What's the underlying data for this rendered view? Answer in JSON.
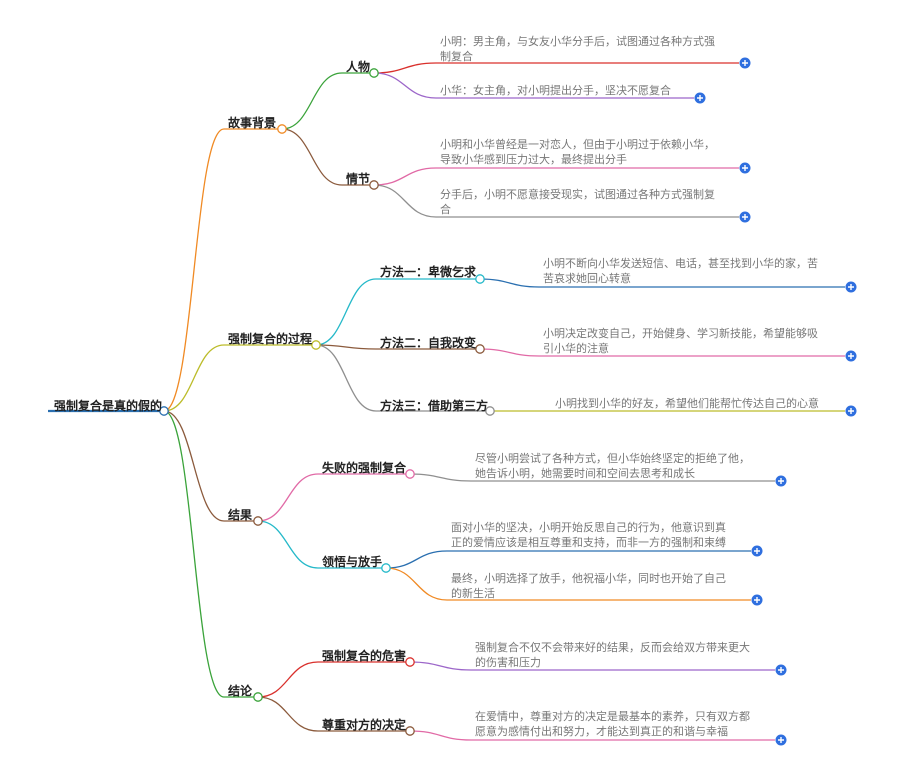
{
  "root": {
    "label": "强制复合是真的假的"
  },
  "branches": [
    {
      "label": "故事背景",
      "color": "#f08a24",
      "children": [
        {
          "label": "人物",
          "color": "#3aa33a",
          "leaves": [
            {
              "lines": [
                "小明：男主角，与女友小华分手后，试图通过各种方式强",
                "制复合"
              ],
              "color": "#d9302c"
            },
            {
              "lines": [
                "小华：女主角，对小明提出分手，坚决不愿复合"
              ],
              "color": "#9c66c9"
            }
          ]
        },
        {
          "label": "情节",
          "color": "#8b5a3c",
          "leaves": [
            {
              "lines": [
                "小明和小华曾经是一对恋人，但由于小明过于依赖小华，",
                "导致小华感到压力过大，最终提出分手"
              ],
              "color": "#e16aa6"
            },
            {
              "lines": [
                "分手后，小明不愿意接受现实，试图通过各种方式强制复",
                "合"
              ],
              "color": "#8f8f8f"
            }
          ]
        }
      ]
    },
    {
      "label": "强制复合的过程",
      "color": "#bcbc2a",
      "children": [
        {
          "label": "方法一：卑微乞求",
          "color": "#25b9c9",
          "leaves": [
            {
              "lines": [
                "小明不断向小华发送短信、电话，甚至找到小华的家，苦",
                "苦哀求她回心转意"
              ],
              "color": "#2a6fb0"
            }
          ]
        },
        {
          "label": "方法二：自我改变",
          "color": "#8b5a3c",
          "leaves": [
            {
              "lines": [
                "小明决定改变自己，开始健身、学习新技能，希望能够吸",
                "引小华的注意"
              ],
              "color": "#e16aa6"
            }
          ]
        },
        {
          "label": "方法三：借助第三方",
          "color": "#8f8f8f",
          "leaves": [
            {
              "lines": [
                "小明找到小华的好友，希望他们能帮忙传达自己的心意"
              ],
              "color": "#bcbc2a"
            }
          ]
        }
      ]
    },
    {
      "label": "结果",
      "color": "#8b5a3c",
      "children": [
        {
          "label": "失败的强制复合",
          "color": "#e16aa6",
          "leaves": [
            {
              "lines": [
                "尽管小明尝试了各种方式，但小华始终坚定的拒绝了他，",
                "她告诉小明，她需要时间和空间去思考和成长"
              ],
              "color": "#8f8f8f"
            }
          ]
        },
        {
          "label": "领悟与放手",
          "color": "#25b9c9",
          "leaves": [
            {
              "lines": [
                "面对小华的坚决，小明开始反思自己的行为，他意识到真",
                "正的爱情应该是相互尊重和支持，而非一方的强制和束缚"
              ],
              "color": "#2a6fb0"
            },
            {
              "lines": [
                "最终，小明选择了放手，他祝福小华，同时也开始了自己",
                "的新生活"
              ],
              "color": "#f08a24"
            }
          ]
        }
      ]
    },
    {
      "label": "结论",
      "color": "#3aa33a",
      "children": [
        {
          "label": "强制复合的危害",
          "color": "#d9302c",
          "leaves": [
            {
              "lines": [
                "强制复合不仅不会带来好的结果，反而会给双方带来更大",
                "的伤害和压力"
              ],
              "color": "#9c66c9"
            }
          ]
        },
        {
          "label": "尊重对方的决定",
          "color": "#8b5a3c",
          "leaves": [
            {
              "lines": [
                "在爱情中，尊重对方的决定是最基本的素养，只有双方都",
                "愿意为感情付出和努力，才能达到真正的和谐与幸福"
              ],
              "color": "#e16aa6"
            }
          ]
        }
      ]
    }
  ],
  "colors": {
    "root_underline": "#2a6fb0",
    "expand_button": "#2f6fdf"
  },
  "icons": {
    "expand": "plus-circle-icon"
  }
}
